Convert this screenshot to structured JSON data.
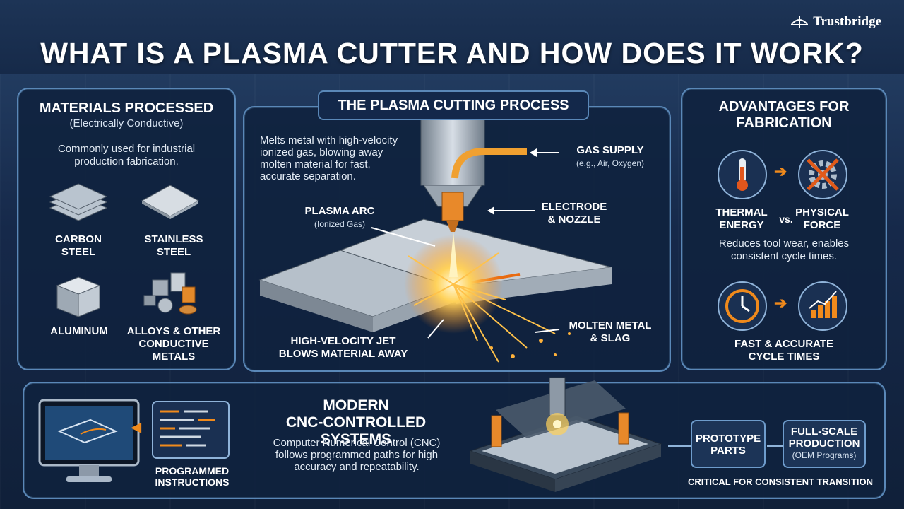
{
  "brand": "Trustbridge",
  "title": "WHAT IS A PLASMA CUTTER AND HOW DOES IT WORK?",
  "materials": {
    "heading": "MATERIALS PROCESSED",
    "subheading": "(Electrically Conductive)",
    "description": "Commonly used for industrial production fabrication.",
    "items": [
      {
        "label_1": "CARBON",
        "label_2": "STEEL"
      },
      {
        "label_1": "STAINLESS",
        "label_2": "STEEL"
      },
      {
        "label_1": "ALUMINUM",
        "label_2": ""
      },
      {
        "label_1": "ALLOYS & OTHER",
        "label_2": "CONDUCTIVE",
        "label_3": "METALS"
      }
    ]
  },
  "process": {
    "heading": "THE PLASMA CUTTING PROCESS",
    "description": "Melts metal with high-velocity ionized gas, blowing away molten material for fast, accurate separation.",
    "callouts": {
      "gas_supply": "GAS SUPPLY",
      "gas_supply_note": "(e.g., Air, Oxygen)",
      "plasma_arc": "PLASMA ARC",
      "plasma_arc_note": "(Ionized Gas)",
      "electrode_1": "ELECTRODE",
      "electrode_2": "& NOZZLE",
      "jet_1": "HIGH-VELOCITY JET",
      "jet_2": "BLOWS MATERIAL AWAY",
      "molten_1": "MOLTEN METAL",
      "molten_2": "& SLAG"
    }
  },
  "advantages": {
    "heading_1": "ADVANTAGES FOR",
    "heading_2": "FABRICATION",
    "thermal_1": "THERMAL",
    "thermal_2": "ENERGY",
    "vs": "vs.",
    "physical_1": "PHYSICAL",
    "physical_2": "FORCE",
    "note": "Reduces tool wear, enables consistent cycle times.",
    "fast_1": "FAST & ACCURATE",
    "fast_2": "CYCLE TIMES"
  },
  "cnc": {
    "heading_1": "MODERN",
    "heading_2": "CNC-CONTROLLED SYSTEMS",
    "description": "Computer Numerical Control (CNC) follows programmed paths for high accuracy and repeatability.",
    "programmed_1": "PROGRAMMED",
    "programmed_2": "INSTRUCTIONS",
    "prototype_1": "PROTOTYPE",
    "prototype_2": "PARTS",
    "production_1": "FULL-SCALE",
    "production_2": "PRODUCTION",
    "production_note": "(OEM Programs)",
    "transition": "CRITICAL FOR CONSISTENT TRANSITION"
  },
  "colors": {
    "accent_orange": "#f08a1c",
    "panel_border": "#5a88b8",
    "background": "#0e1d33"
  }
}
